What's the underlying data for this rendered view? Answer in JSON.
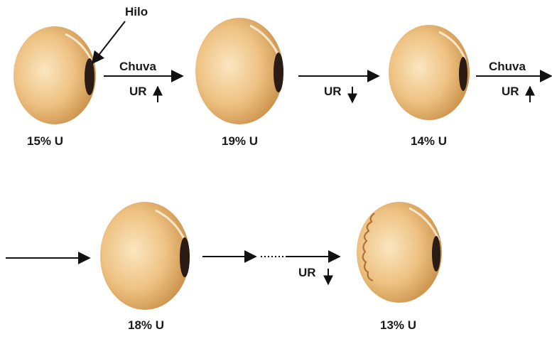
{
  "diagram": {
    "hilum_label": "Hilo",
    "colors": {
      "seed_light": "#fbe6c0",
      "seed_mid": "#eec283",
      "seed_dark": "#c98f47",
      "hilum": "#2a1c14",
      "arrow": "#111111",
      "text": "#1a1a1a"
    },
    "seeds": [
      {
        "id": "seed-1",
        "moisture": "15% U",
        "wrinkled": false
      },
      {
        "id": "seed-2",
        "moisture": "19% U",
        "wrinkled": false
      },
      {
        "id": "seed-3",
        "moisture": "14% U",
        "wrinkled": false
      },
      {
        "id": "seed-4",
        "moisture": "18% U",
        "wrinkled": false
      },
      {
        "id": "seed-5",
        "moisture": "13% U",
        "wrinkled": true
      }
    ],
    "transitions": [
      {
        "id": "t1",
        "top_label": "Chuva",
        "bottom_label": "UR",
        "humidity_direction": "up"
      },
      {
        "id": "t2",
        "top_label": "",
        "bottom_label": "UR",
        "humidity_direction": "down"
      },
      {
        "id": "t3",
        "top_label": "Chuva",
        "bottom_label": "UR",
        "humidity_direction": "up"
      },
      {
        "id": "t4",
        "top_label": "",
        "bottom_label": "",
        "humidity_direction": "none"
      },
      {
        "id": "t5",
        "top_label": "",
        "bottom_label": "UR",
        "humidity_direction": "down",
        "dotted_segment": true
      }
    ]
  }
}
